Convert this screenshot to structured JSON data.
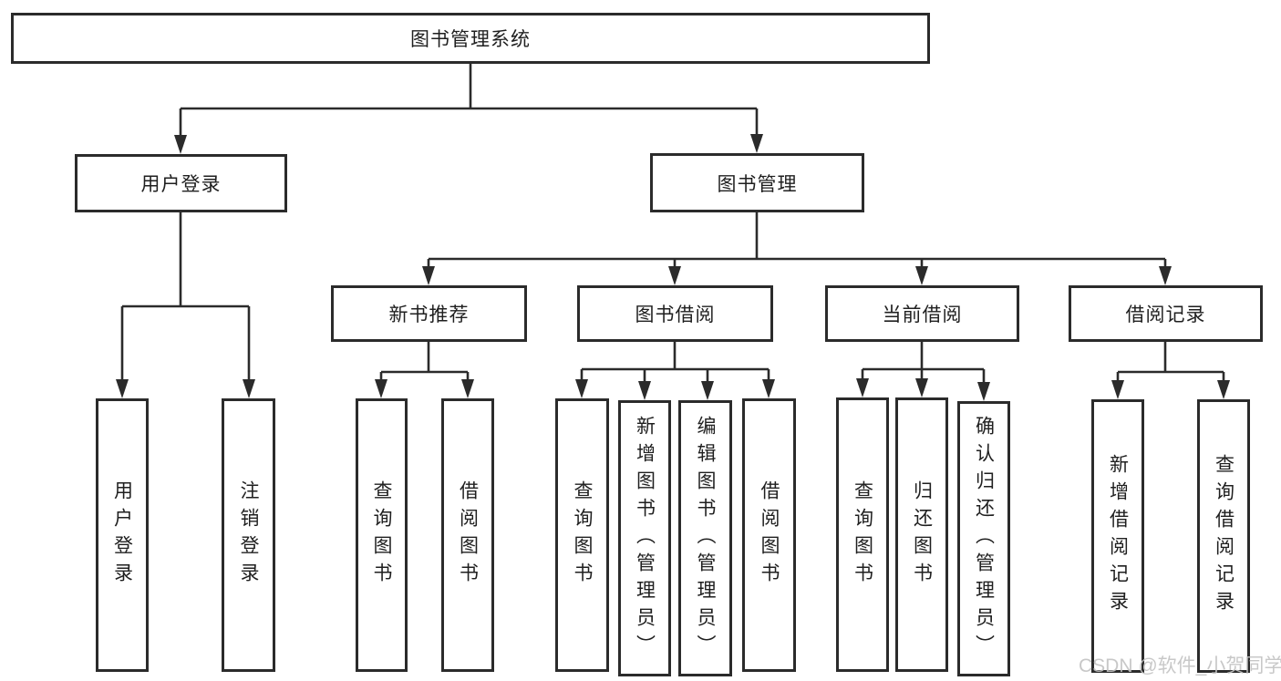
{
  "diagram_type": "hierarchy-tree",
  "colors": {
    "line": "#2b2b2b",
    "text": "#1f1f1f",
    "background": "#ffffff",
    "watermark": "#c3c3c3"
  },
  "watermark": {
    "text": "CSDN @软件_小贺同学"
  },
  "tree": {
    "label": "图书管理系统",
    "children": [
      {
        "label": "用户登录",
        "children": [
          {
            "label": "用户登录"
          },
          {
            "label": "注销登录"
          }
        ]
      },
      {
        "label": "图书管理",
        "children": [
          {
            "label": "新书推荐",
            "children": [
              {
                "label": "查询图书"
              },
              {
                "label": "借阅图书"
              }
            ]
          },
          {
            "label": "图书借阅",
            "children": [
              {
                "label": "查询图书"
              },
              {
                "label": "新增图书（管理员）"
              },
              {
                "label": "编辑图书（管理员）"
              },
              {
                "label": "借阅图书"
              }
            ]
          },
          {
            "label": "当前借阅",
            "children": [
              {
                "label": "查询图书"
              },
              {
                "label": "归还图书"
              },
              {
                "label": "确认归还（管理员）"
              }
            ]
          },
          {
            "label": "借阅记录",
            "children": [
              {
                "label": "新增借阅记录"
              },
              {
                "label": "查询借阅记录"
              }
            ]
          }
        ]
      }
    ]
  }
}
